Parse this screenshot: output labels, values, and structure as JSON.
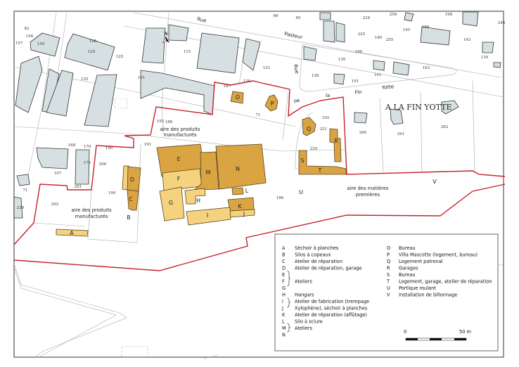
{
  "locality": "A LA FIN YOTTE",
  "streets": [
    "Rue",
    "Pasteur",
    "Rue",
    "oe",
    "la",
    "Fin",
    "Yotte"
  ],
  "areas": {
    "products_top": [
      "aire des produits",
      "manufacturés"
    ],
    "products_left": [
      "aire des produits",
      "manufacturés"
    ],
    "raw_materials": [
      "aire des matières",
      "premières"
    ]
  },
  "north_label": "N",
  "building_letters": [
    "A",
    "B",
    "C",
    "D",
    "E",
    "F",
    "G",
    "H",
    "I",
    "J",
    "K",
    "L",
    "M",
    "N",
    "O",
    "P",
    "Q",
    "R",
    "S",
    "T",
    "U",
    "V"
  ],
  "parcels": [
    "82",
    "156",
    "157",
    "159",
    "128",
    "124",
    "125",
    "135",
    "181",
    "115",
    "120",
    "187",
    "71",
    "192",
    "188",
    "66",
    "65",
    "224",
    "256",
    "198",
    "246",
    "225",
    "180",
    "255",
    "145",
    "199",
    "143",
    "121",
    "139",
    "190",
    "138",
    "191",
    "141",
    "163",
    "134",
    "192",
    "221",
    "260",
    "261",
    "262",
    "168",
    "170",
    "190",
    "171",
    "200",
    "107",
    "201",
    "71",
    "239",
    "202",
    "199",
    "191",
    "186",
    "220"
  ],
  "legend": {
    "left": [
      {
        "key": "A",
        "label": "Séchoir à planches"
      },
      {
        "key": "B",
        "label": "Silos à copeaux"
      },
      {
        "key": "C",
        "label": "Atelier de réparation"
      },
      {
        "key": "D",
        "label": "Atelier de réparation, garage"
      },
      {
        "key": "E",
        "label": ""
      },
      {
        "key": "F",
        "label": "Ateliers"
      },
      {
        "key": "G",
        "label": ""
      },
      {
        "key": "H",
        "label": "Hangars"
      },
      {
        "key": "I",
        "label": "Atelier de fabrication (trempage"
      },
      {
        "key": "J",
        "label": "Xylophène), séchoir à planches"
      },
      {
        "key": "K",
        "label": "Atelier de réparation (affûtage)"
      },
      {
        "key": "L",
        "label": "Silo à sciure"
      },
      {
        "key": "M",
        "label": "Ateliers"
      },
      {
        "key": "N",
        "label": ""
      }
    ],
    "right": [
      {
        "key": "O",
        "label": "Bureau"
      },
      {
        "key": "P",
        "label": "Villa Mascotte (logement, bureau)"
      },
      {
        "key": "Q",
        "label": "Logement patronal"
      },
      {
        "key": "R",
        "label": "Garages"
      },
      {
        "key": "S",
        "label": "Bureau"
      },
      {
        "key": "T",
        "label": "Logement, garage, atelier de réparation"
      },
      {
        "key": "U",
        "label": "Portique roulant"
      },
      {
        "key": "V",
        "label": "Installation de billonnage"
      }
    ],
    "scale": {
      "start": "0",
      "end": "50 m"
    }
  },
  "colors": {
    "existing_building": "#d6e0e2",
    "site_building_dark": "#d9a441",
    "site_building_light": "#f5d37e",
    "site_boundary": "#c8202a"
  }
}
